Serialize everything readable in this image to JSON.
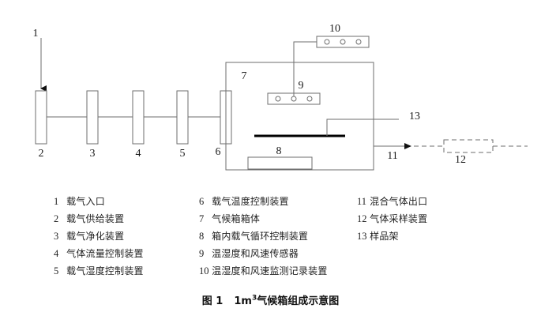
{
  "figure": {
    "caption_label": "图 1",
    "caption_title_pre": "1m",
    "caption_sup": "3",
    "caption_title_post": "气候箱组成示意图"
  },
  "diagram": {
    "callouts": {
      "n1": "1",
      "n2": "2",
      "n3": "3",
      "n4": "4",
      "n5": "5",
      "n6": "6",
      "n7": "7",
      "n8": "8",
      "n9": "9",
      "n10": "10",
      "n11": "11",
      "n12": "12",
      "n13": "13"
    },
    "colors": {
      "line": "#6e6e6e",
      "heavy_line": "#000000",
      "text": "#1a1a1a",
      "background": "#ffffff"
    }
  },
  "legend": {
    "columns": [
      {
        "items": [
          {
            "num": "1",
            "label": "载气入口"
          },
          {
            "num": "2",
            "label": "载气供给装置"
          },
          {
            "num": "3",
            "label": "载气净化装置"
          },
          {
            "num": "4",
            "label": "气体流量控制装置"
          },
          {
            "num": "5",
            "label": "载气湿度控制装置"
          }
        ]
      },
      {
        "items": [
          {
            "num": "6",
            "label": "载气温度控制装置"
          },
          {
            "num": "7",
            "label": "气候箱箱体"
          },
          {
            "num": "8",
            "label": "箱内载气循环控制装置"
          },
          {
            "num": "9",
            "label": "温湿度和风速传感器"
          },
          {
            "num": "10",
            "label": "温湿度和风速监测记录装置"
          }
        ]
      },
      {
        "items": [
          {
            "num": "11",
            "label": "混合气体出口"
          },
          {
            "num": "12",
            "label": "气体采样装置"
          },
          {
            "num": "13",
            "label": "样品架"
          }
        ]
      }
    ]
  }
}
